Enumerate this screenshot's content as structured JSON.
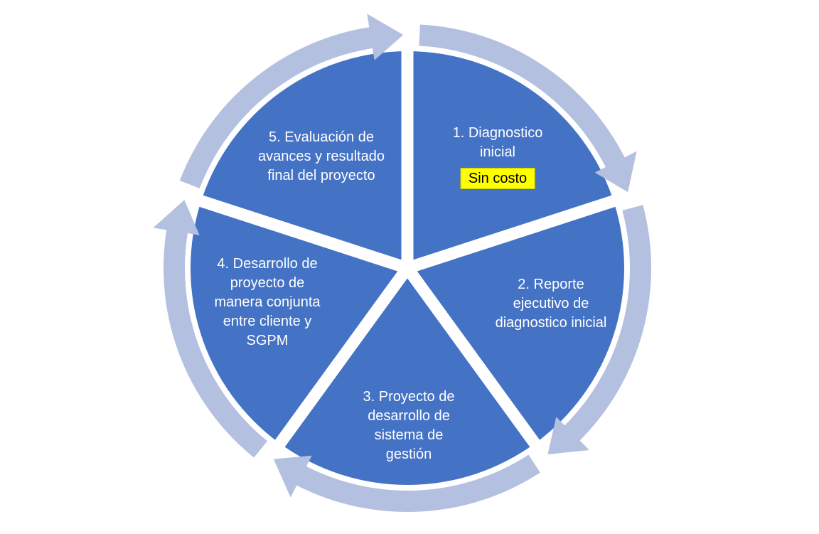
{
  "colors": {
    "slice": "#4472c4",
    "arrow": "#b4c0e0",
    "badge": "#ffff00"
  },
  "steps": [
    {
      "lines": [
        "1. Diagnostico",
        "inicial"
      ],
      "badge": "Sin costo"
    },
    {
      "lines": [
        "2. Reporte",
        "ejecutivo de",
        "diagnostico inicial"
      ]
    },
    {
      "lines": [
        "3. Proyecto de",
        "desarrollo de",
        "sistema de",
        "gestión"
      ]
    },
    {
      "lines": [
        "4. Desarrollo de",
        "proyecto de",
        "manera conjunta",
        "entre cliente y",
        "SGPM"
      ]
    },
    {
      "lines": [
        "5. Evaluación de",
        "avances y resultado",
        "final del proyecto"
      ]
    }
  ]
}
